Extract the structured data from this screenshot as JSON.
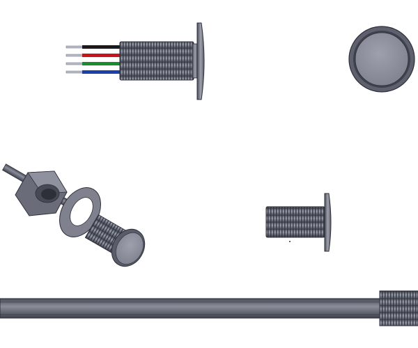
{
  "canvas": {
    "background": "#ffffff"
  },
  "palette": {
    "metal_dark": "#3c3f4a",
    "metal_mid": "#70737f",
    "metal_light": "#a3a6b1",
    "metal_face": "#8c8f9b",
    "wire_black": "#1a1a1a",
    "wire_red": "#c7161b",
    "wire_green": "#1d8a2e",
    "wire_blue": "#1c3fa8",
    "pin": "#b9bcc5"
  },
  "views": [
    {
      "name": "side-view-with-wires",
      "wires": [
        "black",
        "red",
        "green",
        "blue"
      ]
    },
    {
      "name": "front-view"
    },
    {
      "name": "exploded-isometric-view",
      "parts": [
        "nut",
        "washer",
        "threaded-body",
        "wire-rod"
      ]
    },
    {
      "name": "side-view-body"
    },
    {
      "name": "bottom-long-section"
    }
  ]
}
